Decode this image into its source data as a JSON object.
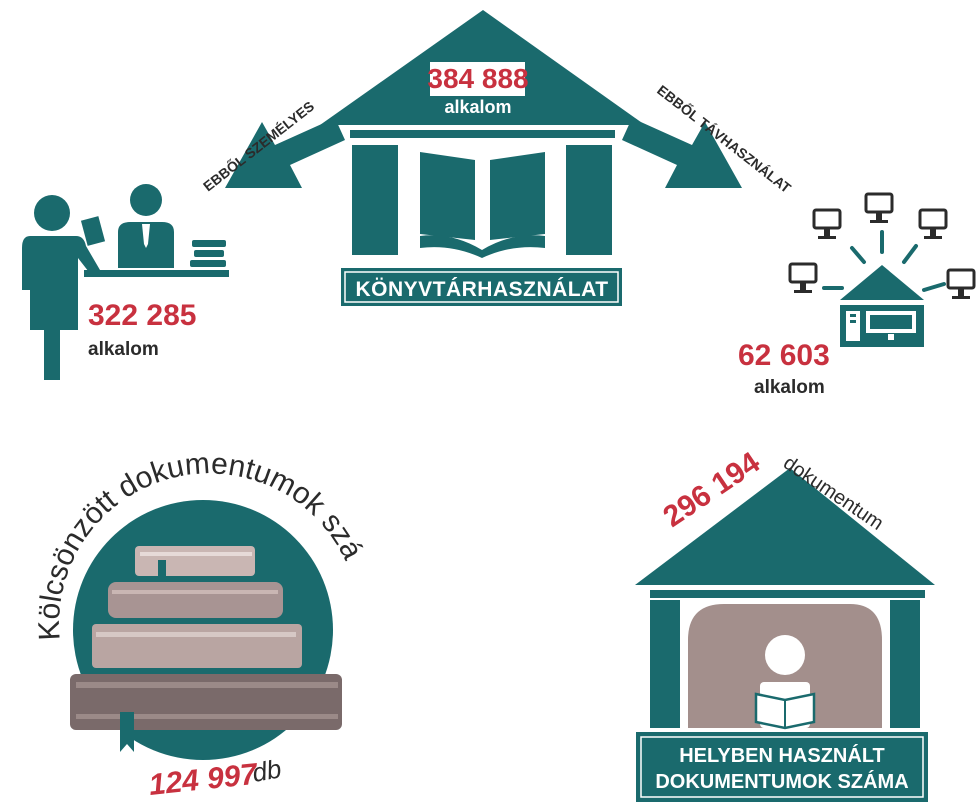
{
  "colors": {
    "teal": "#1a6a6d",
    "red": "#c8313f",
    "dark": "#2b2b2b",
    "book_mauve": "#a89493",
    "book_light": "#c9b6b3",
    "book_dark": "#7a6a6a",
    "interior": "#a38f8c"
  },
  "library_use": {
    "total_value": "384 888",
    "total_unit": "alkalom",
    "title": "KÖNYVTÁRHASZNÁLAT",
    "personal_label": "EBBŐL SZEMÉLYES",
    "personal_value": "322 285",
    "personal_unit": "alkalom",
    "remote_label": "EBBŐL TÁVHASZNÁLAT",
    "remote_value": "62 603",
    "remote_unit": "alkalom"
  },
  "loans": {
    "arc_title": "Kölcsönzött dokumentumok száma",
    "value": "124 997",
    "unit": "db"
  },
  "onsite": {
    "value": "296 194",
    "unit": "dokumentum",
    "title_line1": "HELYBEN HASZNÁLT",
    "title_line2": "DOKUMENTUMOK SZÁMA"
  },
  "icons": {
    "library": "library-building-icon",
    "personal": "librarian-visitor-icon",
    "remote": "network-computers-icon",
    "books": "book-stack-icon",
    "reader": "reading-room-icon"
  }
}
